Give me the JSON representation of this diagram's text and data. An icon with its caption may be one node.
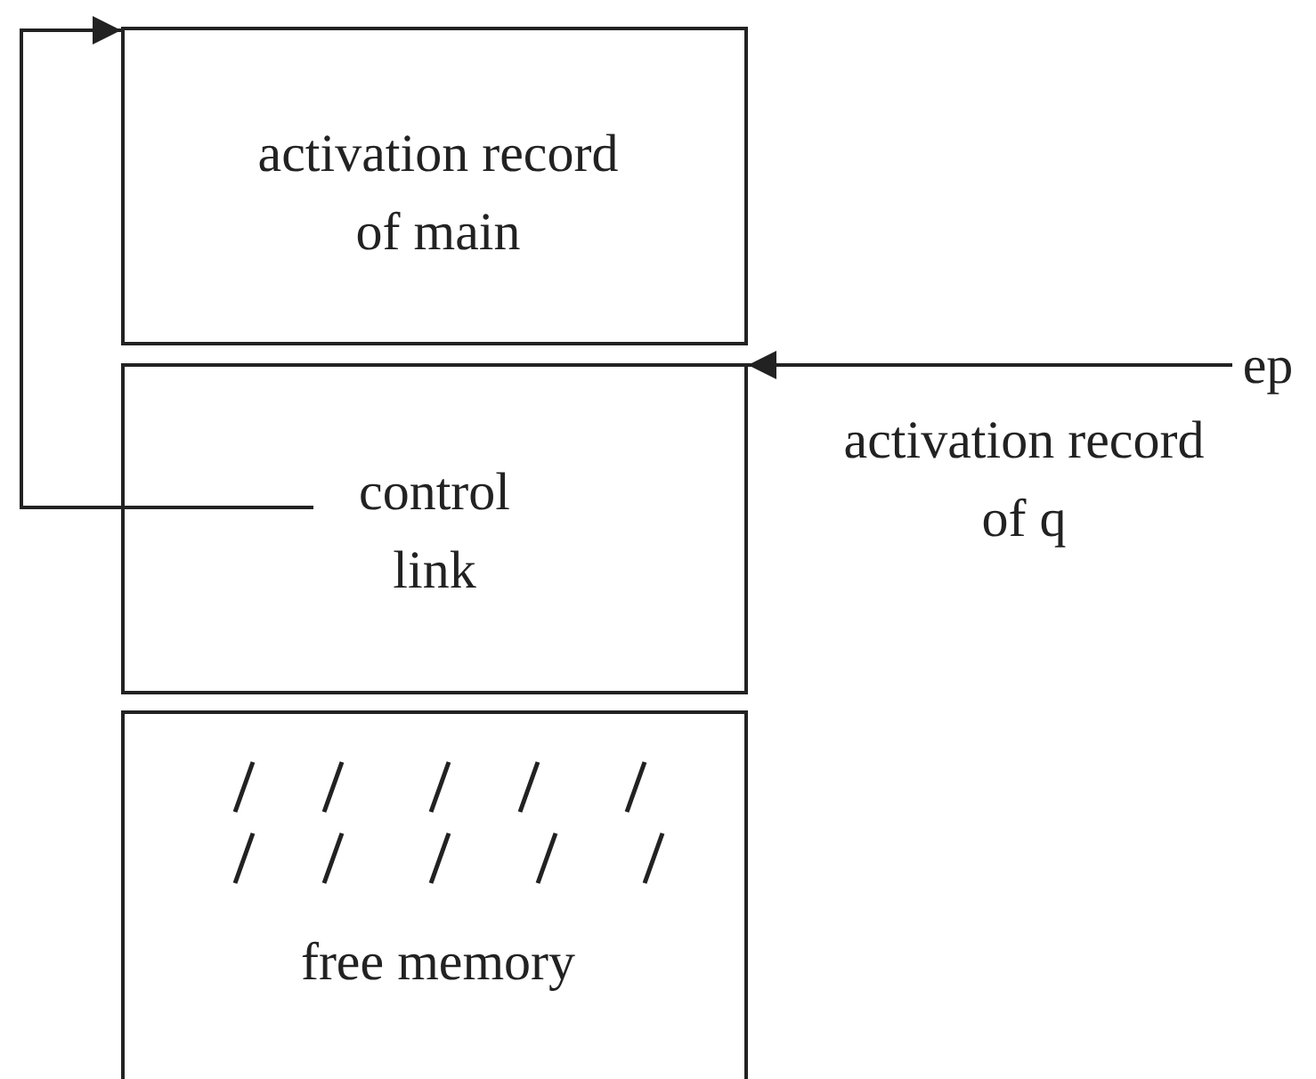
{
  "diagram": {
    "nodes": [
      {
        "text": [
          "activation record of main"
        ]
      },
      {
        "text": [],
        "shape": "box"
      },
      {
        "text": [
          "control link"
        ],
        "in": 1
      },
      {
        "text": [
          "free memory"
        ]
      },
      {
        "text": [
          "ep"
        ]
      }
    ],
    "edges": [
      {
        "from": 2,
        "to": 0,
        "arrow": "to"
      },
      {
        "from": 4,
        "to": 1,
        "arrow": "to"
      }
    ],
    "labels": [
      "activation record of q"
    ]
  }
}
